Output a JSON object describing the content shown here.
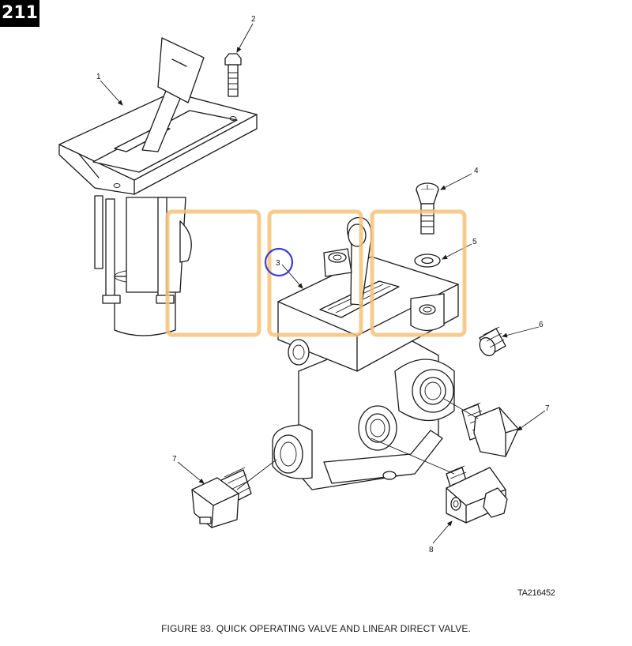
{
  "page_number": "211",
  "figure_caption": "FIGURE 83. QUICK OPERATING VALVE AND LINEAR DIRECT VALVE.",
  "reference_code": "TA216452",
  "highlight_color": "#f4c27a",
  "circle_color": "#3b3bd1",
  "callouts": {
    "c1": "1",
    "c2": "2",
    "c3": "3",
    "c4": "4",
    "c5": "5",
    "c6": "6",
    "c7a": "7",
    "c7b": "7",
    "c8": "8"
  }
}
